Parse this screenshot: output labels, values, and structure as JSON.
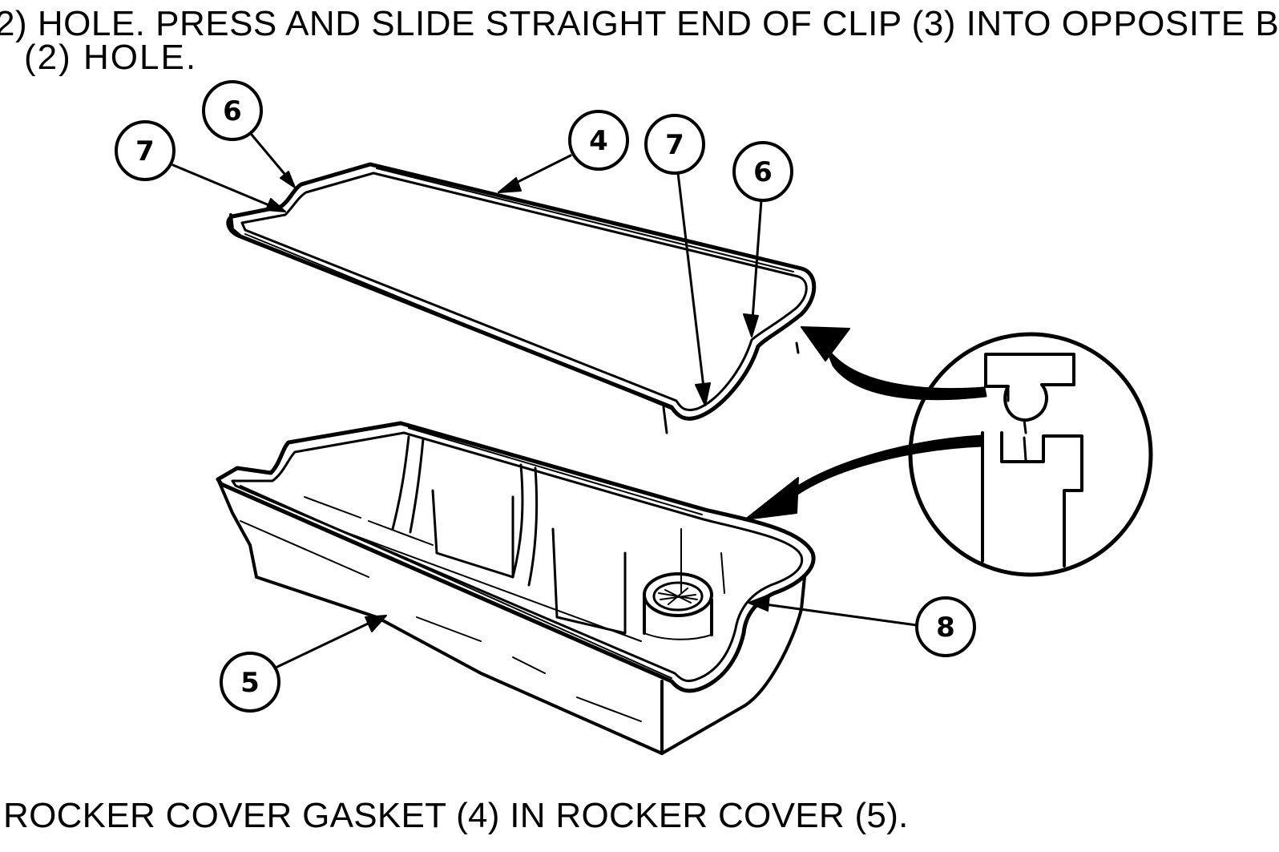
{
  "instructions": {
    "line1": "2) HOLE. PRESS AND SLIDE STRAIGHT END OF CLIP (3) INTO OPPOSITE  B",
    "line2": "(2)  HOLE."
  },
  "figure": {
    "callouts": {
      "gasket_end_left_7": "7",
      "gasket_end_left_6": "6",
      "gasket_top_4": "4",
      "gasket_end_right_7": "7",
      "gasket_end_right_6": "6",
      "rocker_cover_5": "5",
      "filler_8": "8"
    }
  },
  "caption": "ROCKER COVER GASKET (4) IN ROCKER COVER (5)."
}
